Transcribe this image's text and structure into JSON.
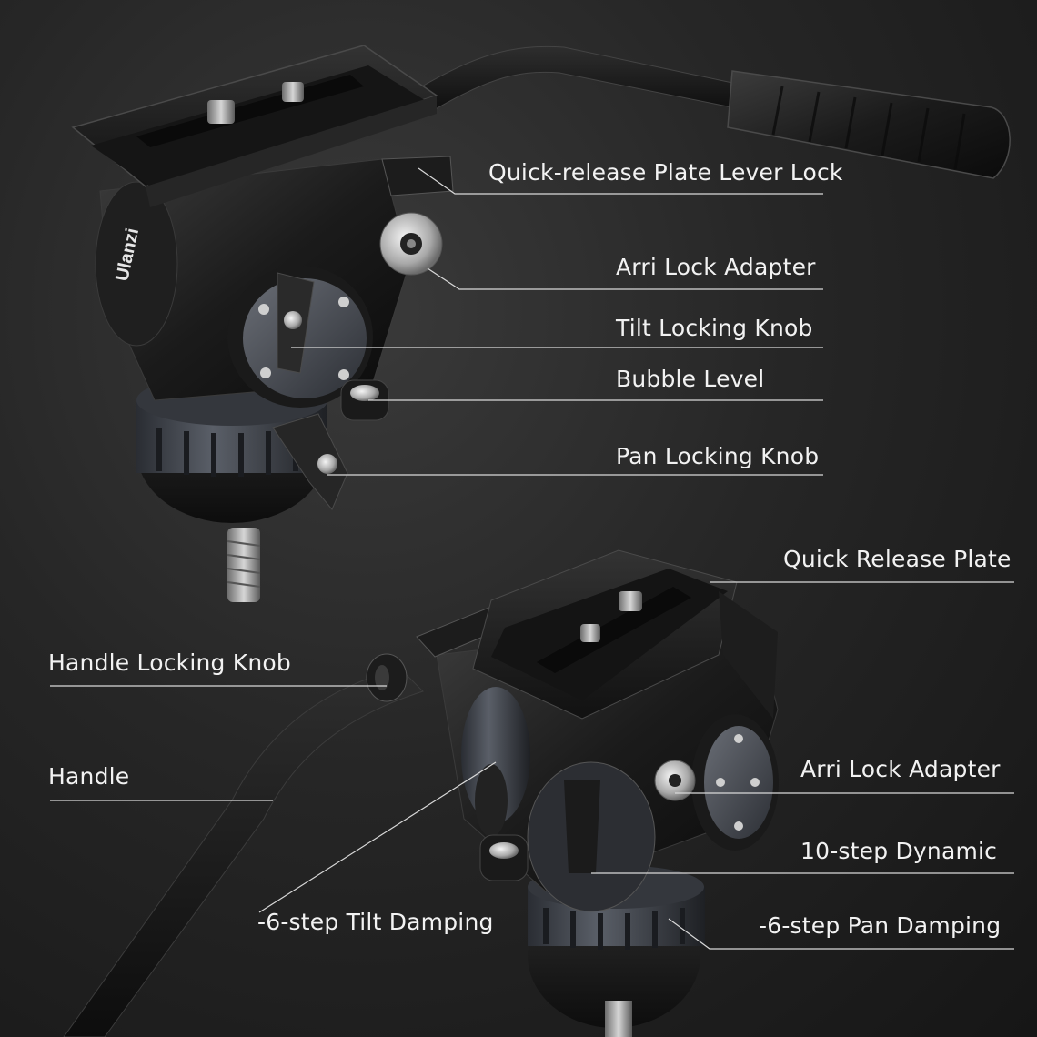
{
  "top_head": {
    "brand_marking": "Ulanzi",
    "callouts": [
      {
        "id": "qr-plate-lever-lock",
        "text": "Quick-release Plate Lever Lock"
      },
      {
        "id": "arri-lock-adapter-top",
        "text": "Arri Lock Adapter"
      },
      {
        "id": "tilt-locking-knob",
        "text": "Tilt Locking Knob"
      },
      {
        "id": "bubble-level",
        "text": "Bubble Level"
      },
      {
        "id": "pan-locking-knob",
        "text": "Pan Locking Knob"
      }
    ]
  },
  "bottom_head": {
    "callouts": [
      {
        "id": "quick-release-plate",
        "text": "Quick Release Plate"
      },
      {
        "id": "handle-locking-knob",
        "text": "Handle Locking Knob"
      },
      {
        "id": "handle",
        "text": "Handle"
      },
      {
        "id": "arri-lock-adapter-bottom",
        "text": "Arri Lock Adapter"
      },
      {
        "id": "dynamic-10-step",
        "text": "10-step Dynamic"
      },
      {
        "id": "tilt-damping",
        "text": "-6-step Tilt Damping"
      },
      {
        "id": "pan-damping",
        "text": "-6-step Pan Damping"
      }
    ]
  }
}
